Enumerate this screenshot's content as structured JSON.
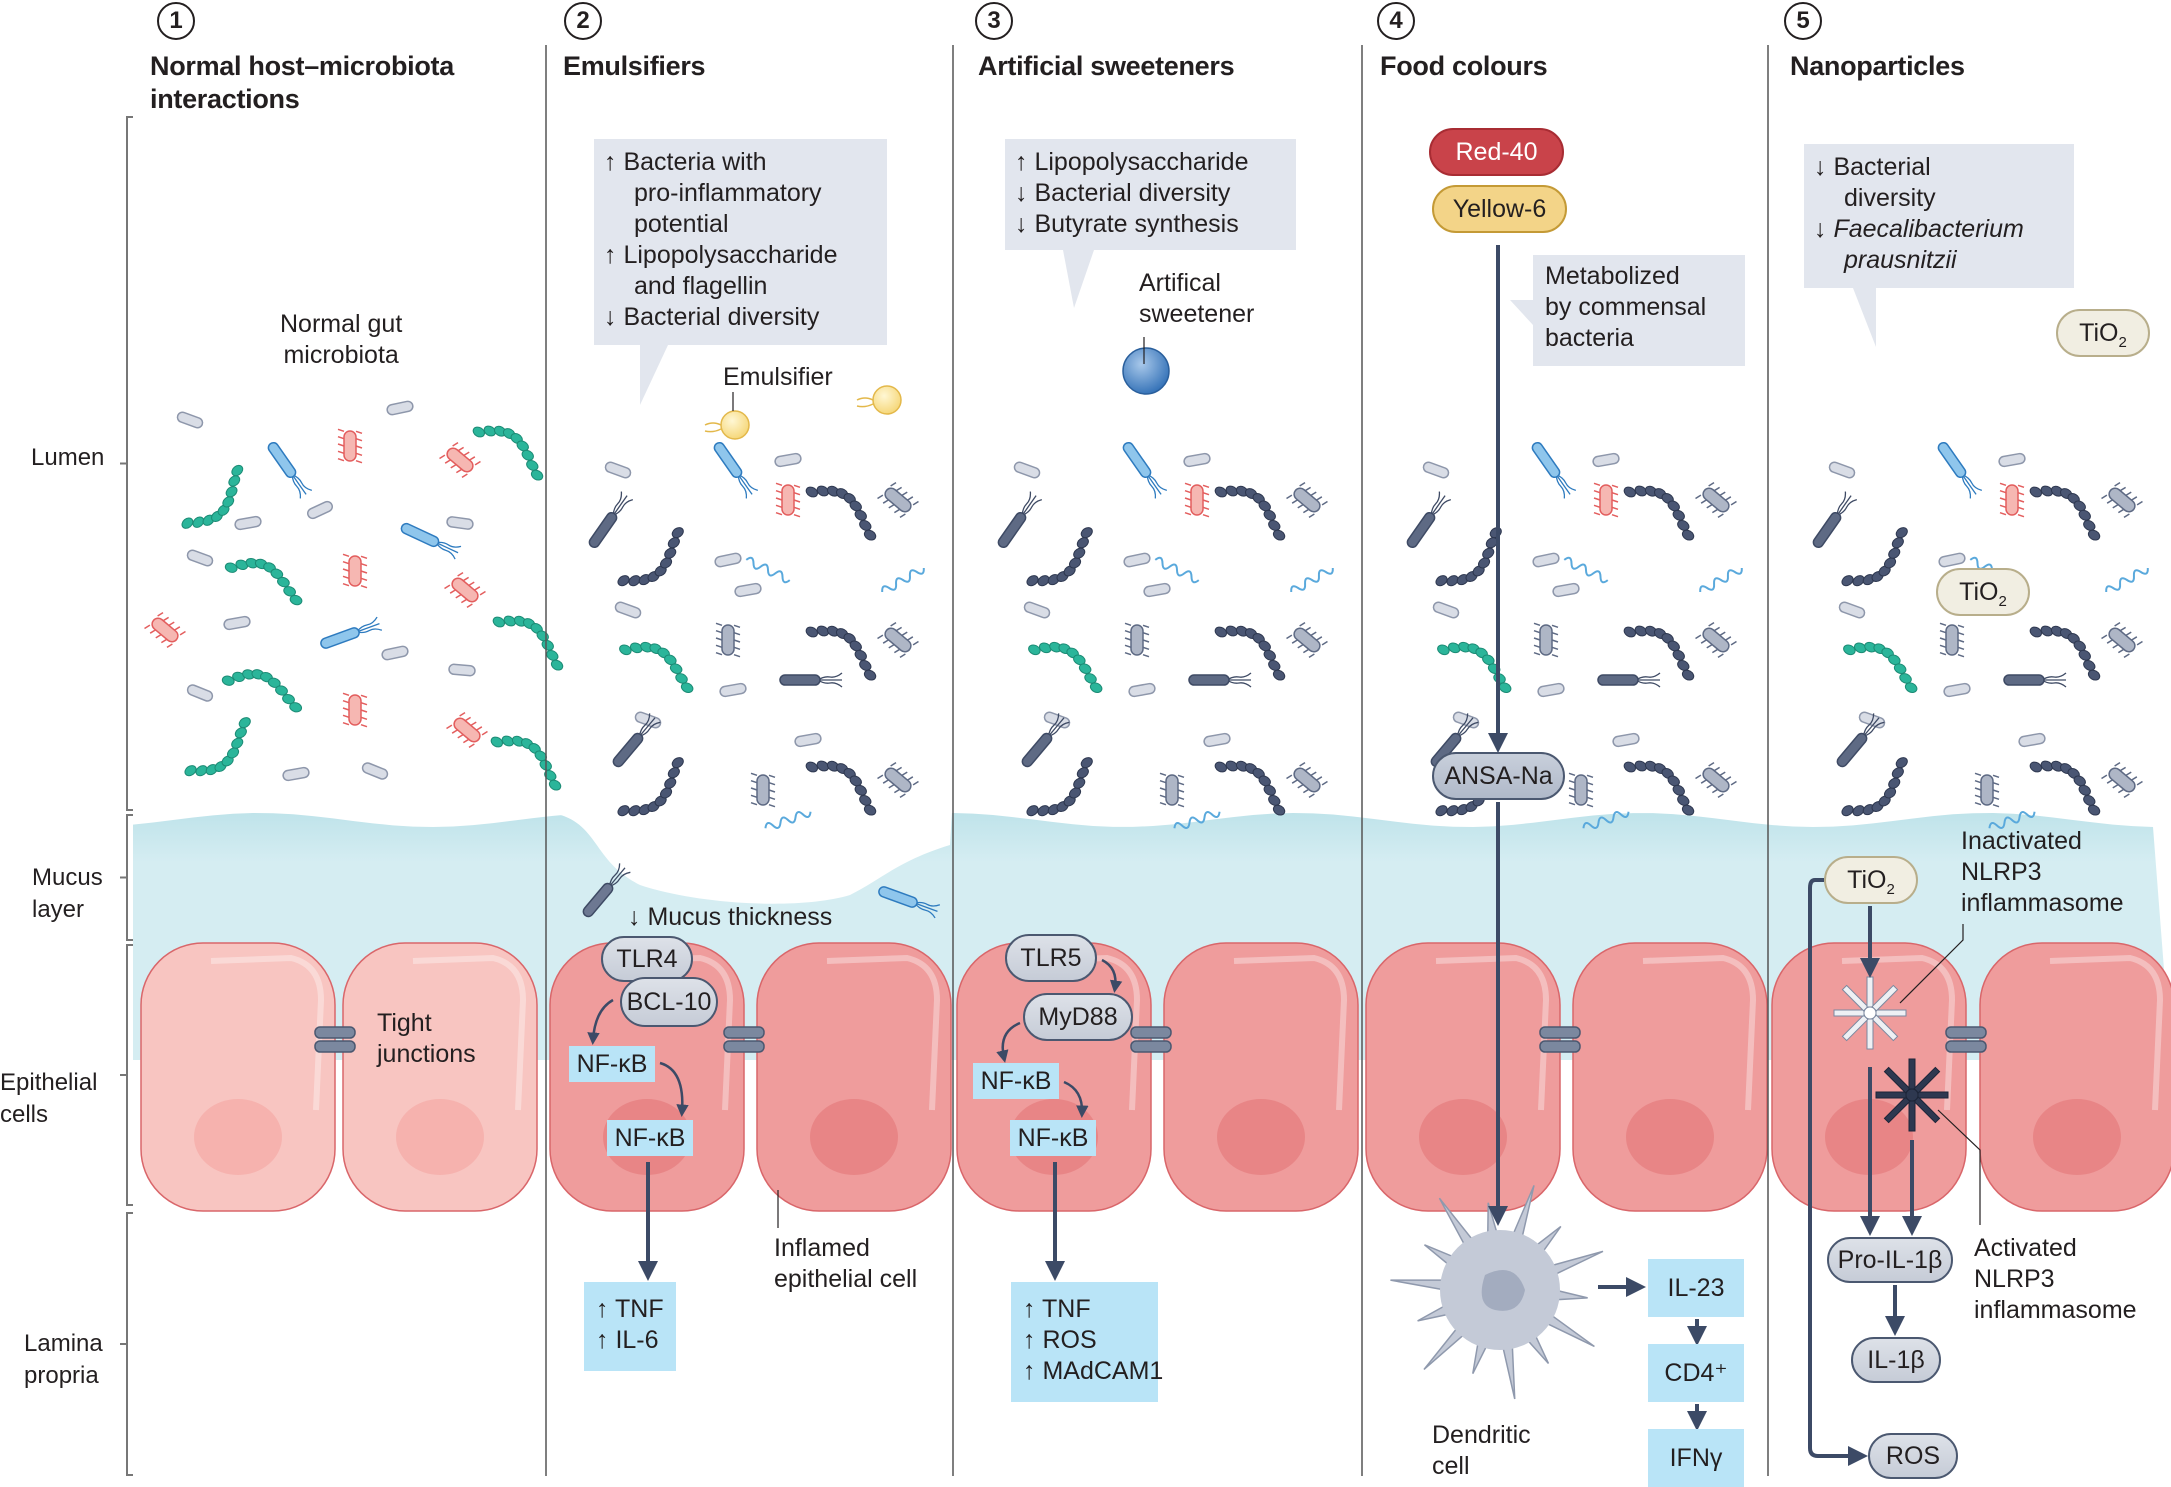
{
  "layers": [
    {
      "id": "lumen",
      "label": "Lumen"
    },
    {
      "id": "mucus",
      "label": "Mucus layer",
      "line1": "Mucus",
      "line2": "layer"
    },
    {
      "id": "epithelial",
      "label": "Epithelial cells",
      "line1": "Epithelial",
      "line2": "cells"
    },
    {
      "id": "lamina",
      "label": "Lamina propria",
      "line1": "Lamina",
      "line2": "propria"
    }
  ],
  "panels": [
    {
      "number": "1",
      "title_line1": "Normal host–microbiota",
      "title_line2": "interactions",
      "microbiota_label_line1": "Normal gut",
      "microbiota_label_line2": "microbiota",
      "tight_junctions_line1": "Tight",
      "tight_junctions_line2": "junctions"
    },
    {
      "number": "2",
      "title": "Emulsifiers",
      "callout": [
        {
          "arrow": "↑",
          "text": "Bacteria with"
        },
        {
          "arrow": "",
          "text": "pro-inflammatory"
        },
        {
          "arrow": "",
          "text": "potential"
        },
        {
          "arrow": "↑",
          "text": "Lipopolysaccharide"
        },
        {
          "arrow": "",
          "text": "and flagellin"
        },
        {
          "arrow": "↓",
          "text": "Bacterial diversity"
        }
      ],
      "agent_label": "Emulsifier",
      "mucus_note": "↓ Mucus thickness",
      "receptor1": "TLR4",
      "receptor2": "BCL-10",
      "nfkb1": "NF-κB",
      "nfkb2": "NF-κB",
      "outputs": [
        "↑ TNF",
        "↑ IL-6"
      ],
      "inflamed_label_line1": "Inflamed",
      "inflamed_label_line2": "epithelial cell"
    },
    {
      "number": "3",
      "title": "Artificial sweeteners",
      "callout": [
        {
          "arrow": "↑",
          "text": "Lipopolysaccharide"
        },
        {
          "arrow": "↓",
          "text": "Bacterial diversity"
        },
        {
          "arrow": "↓",
          "text": "Butyrate synthesis"
        }
      ],
      "agent_label_line1": "Artifical",
      "agent_label_line2": "sweetener",
      "receptor1": "TLR5",
      "receptor2": "MyD88",
      "nfkb1": "NF-κB",
      "nfkb2": "NF-κB",
      "outputs": [
        "↑ TNF",
        "↑ ROS",
        "↑ MAdCAM1"
      ]
    },
    {
      "number": "4",
      "title": "Food colours",
      "dye1": "Red-40",
      "dye2": "Yellow-6",
      "callout_line1": "Metabolized",
      "callout_line2": "by commensal",
      "callout_line3": "bacteria",
      "metabolite": "ANSA-Na",
      "cell_label_line1": "Dendritic",
      "cell_label_line2": "cell",
      "cascade": [
        "IL-23",
        "CD4⁺",
        "IFNγ"
      ]
    },
    {
      "number": "5",
      "title": "Nanoparticles",
      "callout": [
        {
          "arrow": "↓",
          "text": "Bacterial",
          "italic": false
        },
        {
          "arrow": "",
          "text": "diversity",
          "italic": false
        },
        {
          "arrow": "↓",
          "text": "Faecalibacterium",
          "italic": true
        },
        {
          "arrow": "",
          "text": "prausnitzii",
          "italic": true
        }
      ],
      "particle": "TiO",
      "particle_sub": "2",
      "inactive_label": [
        "Inactivated",
        "NLRP3",
        "inflammasome"
      ],
      "active_label": [
        "Activated",
        "NLRP3",
        "inflammasome"
      ],
      "pro_il": "Pro-IL-1β",
      "il": "IL-1β",
      "ros": "ROS"
    }
  ],
  "colors": {
    "mucus": "#d3ecf1",
    "cell_normal": "#f8c5c1",
    "cell_inflamed": "#ef9c9c",
    "cell_stroke": "#d9666a",
    "nucleus_normal": "#f6b2ae",
    "nucleus_inflamed": "#e88586",
    "arrow": "#3c4a66",
    "callout": "#e2e6ee",
    "cytokine_box": "#b9e4f7",
    "teal": "#2bb59a",
    "pink": "#ef8a84",
    "blue": "#5aa9dc",
    "pale": "#d9dde6",
    "dark": "#3e4a64",
    "grey": "#9aa3b5"
  }
}
